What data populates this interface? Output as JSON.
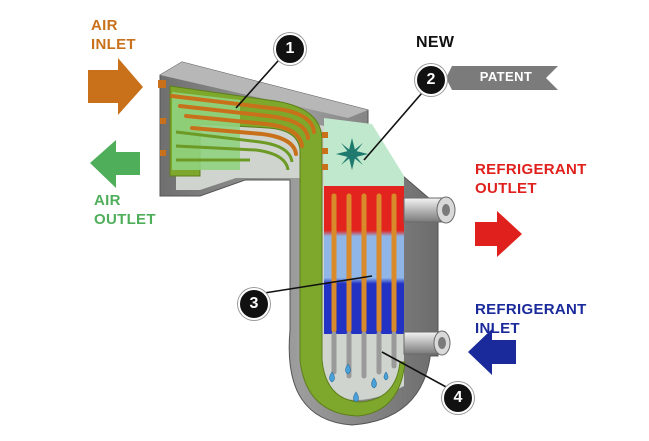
{
  "labels": {
    "air_inlet": [
      "AIR",
      "INLET"
    ],
    "air_outlet": [
      "AIR",
      "OUTLET"
    ],
    "new": "NEW",
    "patent": "PATENT",
    "refrigerant_outlet": [
      "REFRIGERANT",
      "OUTLET"
    ],
    "refrigerant_inlet": [
      "REFRIGERANT",
      "INLET"
    ]
  },
  "callouts": [
    "1",
    "2",
    "3",
    "4"
  ],
  "colors": {
    "air_inlet": "#c9711a",
    "air_outlet": "#4fae5a",
    "refrigerant_outlet": "#e0201c",
    "refrigerant_inlet": "#1a2a9a",
    "housing": "#8a8a8a",
    "tube_green": "#7ea82c",
    "patent_tag": "#7b7b7b"
  },
  "icons": [
    "star-icon",
    "water-drop-icon",
    "arrow-icon"
  ]
}
